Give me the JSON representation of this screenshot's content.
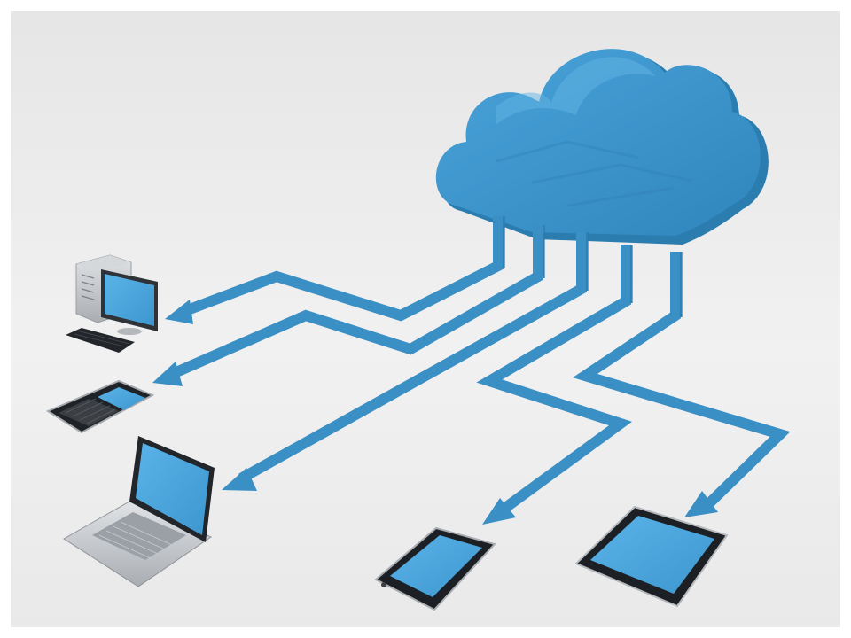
{
  "diagram": {
    "nodes": [
      {
        "id": "cloud",
        "icon": "cloud-icon"
      },
      {
        "id": "desktop",
        "icon": "desktop-computer-icon"
      },
      {
        "id": "feature-phone",
        "icon": "feature-phone-icon"
      },
      {
        "id": "laptop",
        "icon": "laptop-icon"
      },
      {
        "id": "smartphone",
        "icon": "smartphone-icon"
      },
      {
        "id": "tablet",
        "icon": "tablet-icon"
      }
    ],
    "connections": [
      {
        "from": "cloud",
        "to": "desktop"
      },
      {
        "from": "cloud",
        "to": "feature-phone"
      },
      {
        "from": "cloud",
        "to": "laptop"
      },
      {
        "from": "cloud",
        "to": "smartphone"
      },
      {
        "from": "cloud",
        "to": "tablet"
      }
    ]
  },
  "colors": {
    "cloud_blue": "#3d97cf",
    "cloud_shadow": "#2b7db0",
    "arrow_blue": "#3a8fc4",
    "screen_blue": "#46a6e0",
    "device_dark": "#1f2226",
    "device_silver": "#c9ccd0",
    "background": "#ececec"
  }
}
